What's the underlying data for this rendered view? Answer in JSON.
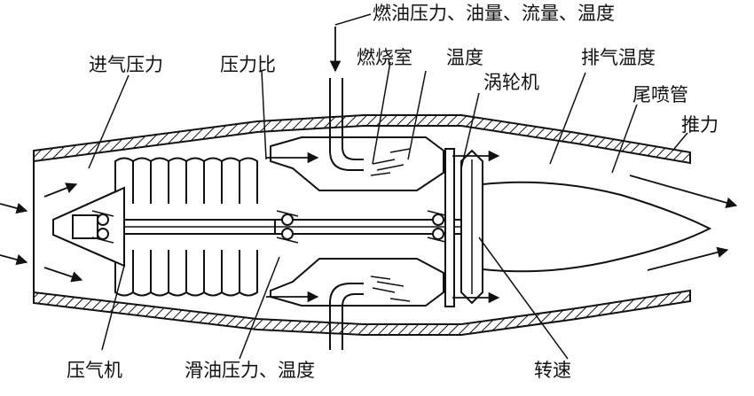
{
  "labels": {
    "fuel": "燃油压力、油量、流量、温度",
    "inlet_pressure": "进气压力",
    "pressure_ratio": "压力比",
    "combustor": "燃烧室",
    "temperature": "温度",
    "turbine": "涡轮机",
    "exhaust_temp": "排气温度",
    "nozzle": "尾喷管",
    "thrust": "推力",
    "compressor": "压气机",
    "lube_oil": "滑油压力、温度",
    "speed": "转速"
  }
}
